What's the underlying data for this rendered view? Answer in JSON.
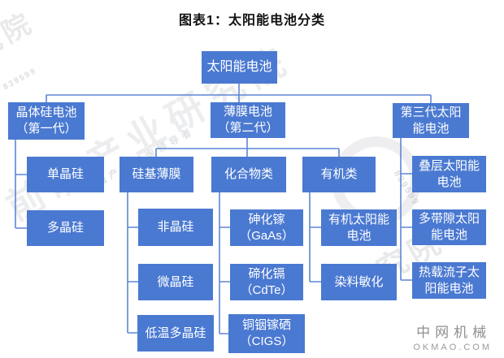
{
  "title": "图表1：太阳能电池分类",
  "colors": {
    "box_fill": "#4a79d1",
    "connector_line": "#5d85d6",
    "box_text": "#ffffff",
    "title_text": "#111111",
    "brand_gray": "#8f8f8f"
  },
  "nodes": {
    "root": "太阳能电池",
    "gen1": "晶体硅电池\n（第一代）",
    "gen2": "薄膜电池\n（第二代）",
    "gen3": "第三代太阳\n能电池",
    "mono": "单晶硅",
    "poly": "多晶硅",
    "sifilm": "硅基薄膜",
    "compound": "化合物类",
    "organic": "有机类",
    "amorphous": "非晶硅",
    "micro": "微晶硅",
    "ltps": "低温多晶硅",
    "gaas": "砷化镓\n（GaAs）",
    "cdte": "碲化镉\n（CdTe）",
    "cigs": "铜铟镓硒\n（CIGS）",
    "opv": "有机太阳能\n电池",
    "dye": "染料敏化",
    "tandem": "叠层太阳能\n电池",
    "multiband": "多带隙太阳\n能电池",
    "hotcarrier": "热载流子太\n阳能电池"
  },
  "tree": {
    "root": "太阳能电池",
    "children": [
      {
        "label": "晶体硅电池（第一代）",
        "children": [
          {
            "label": "单晶硅"
          },
          {
            "label": "多晶硅"
          }
        ]
      },
      {
        "label": "薄膜电池（第二代）",
        "children": [
          {
            "label": "硅基薄膜",
            "children": [
              {
                "label": "非晶硅"
              },
              {
                "label": "微晶硅"
              },
              {
                "label": "低温多晶硅"
              }
            ]
          },
          {
            "label": "化合物类",
            "children": [
              {
                "label": "砷化镓（GaAs）"
              },
              {
                "label": "碲化镉（CdTe）"
              },
              {
                "label": "铜铟镓硒（CIGS）"
              }
            ]
          },
          {
            "label": "有机类",
            "children": [
              {
                "label": "有机太阳能电池"
              },
              {
                "label": "染料敏化"
              }
            ]
          }
        ]
      },
      {
        "label": "第三代太阳能电池",
        "children": [
          {
            "label": "叠层太阳能电池"
          },
          {
            "label": "多带隙太阳能电池"
          },
          {
            "label": "热载流子太阳能电池"
          }
        ]
      }
    ]
  },
  "watermark": {
    "background_text": "前瞻产业研究院",
    "background_subtext": "中国产业咨询领导者",
    "background_fragment": "研究院",
    "background_code": "839599",
    "brand_cn": "中网机械",
    "brand_url": "OKMAO.COM"
  }
}
